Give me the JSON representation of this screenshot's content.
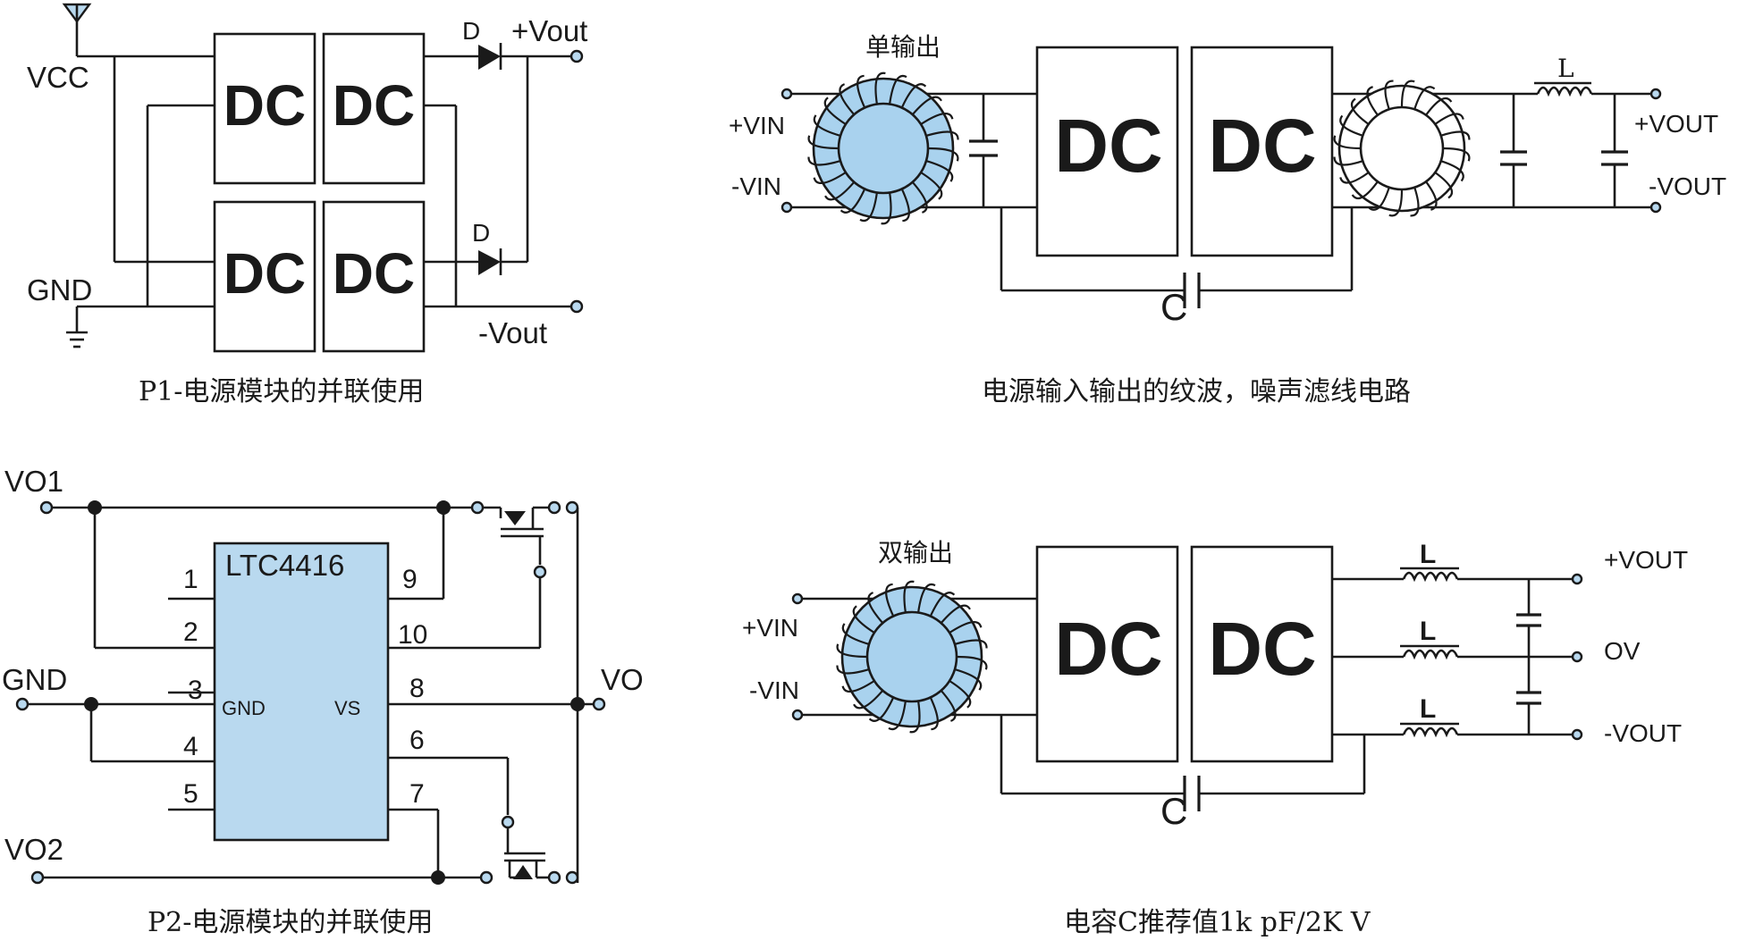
{
  "colors": {
    "accent": "#a9d2ee",
    "ink": "#1a1a1a",
    "background": "#ffffff"
  },
  "p1": {
    "vcc": "VCC",
    "gnd": "GND",
    "dc": "DC",
    "diode": "D",
    "vout_pos": "+Vout",
    "vout_neg": "-Vout",
    "caption": "P1-电源模块的并联使用"
  },
  "p2": {
    "vo1": "VO1",
    "gnd": "GND",
    "vo2": "VO2",
    "vo": "VO",
    "chip": "LTC4416",
    "chip_gnd": "GND",
    "chip_vs": "VS",
    "pins": [
      "1",
      "2",
      "3",
      "4",
      "5",
      "9",
      "10",
      "8",
      "6",
      "7"
    ],
    "caption": "P2-电源模块的并联使用"
  },
  "single": {
    "title": "单输出",
    "vin_pos": "+VIN",
    "vin_neg": "-VIN",
    "dc": "DC",
    "inductor": "L",
    "vout_pos": "+VOUT",
    "vout_neg": "-VOUT",
    "cap_label": "C",
    "caption": "电源输入输出的纹波，噪声滤线电路"
  },
  "dual": {
    "title": "双输出",
    "vin_pos": "+VIN",
    "vin_neg": "-VIN",
    "dc": "DC",
    "inductor": "L",
    "vout_pos": "+VOUT",
    "ov": "OV",
    "vout_neg": "-VOUT",
    "cap_label": "C",
    "caption": "电容C推荐值1k pF/2K V"
  }
}
